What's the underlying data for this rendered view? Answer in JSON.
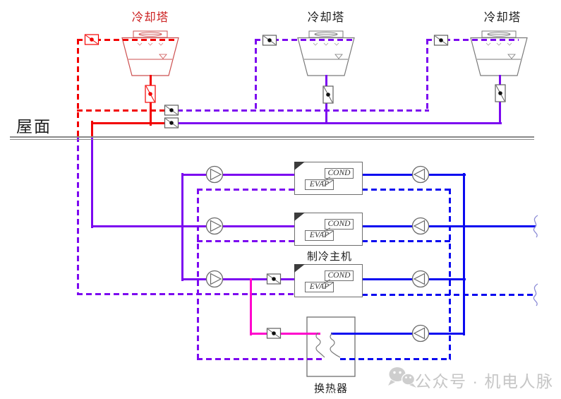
{
  "diagram": {
    "roof_label": "屋面",
    "cooling_tower_labels": [
      "冷却塔",
      "冷却塔",
      "冷却塔"
    ],
    "chiller_unit_label": "制冷主机",
    "heat_exchanger_label": "换热器",
    "chiller_ports": {
      "cond": "COND",
      "evap": "EVAP"
    },
    "watermark": "公众号 · 机电人脉",
    "colors": {
      "red_pipe": "#f20000",
      "purple_pipe": "#7c08f0",
      "blue_pipe": "#0a0af0",
      "magenta_pipe": "#ff00cc",
      "tower_red_outline": "#cc4f4f",
      "outline_gray": "#6e6e6e",
      "roof_gray": "#8a8a8a",
      "watermark_gray": "#c6c6c6",
      "label_red": "#cc2222",
      "text_color": "#1e1e1e"
    }
  }
}
